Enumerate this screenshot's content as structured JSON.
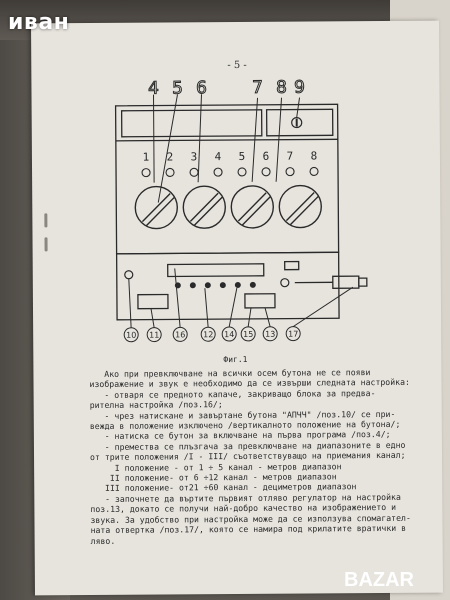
{
  "watermark": "иван",
  "page_number": "- 5 -",
  "diagram": {
    "top_labels": [
      "4",
      "5",
      "6",
      "7",
      "8",
      "9"
    ],
    "button_numbers": [
      "1",
      "2",
      "3",
      "4",
      "5",
      "6",
      "7",
      "8"
    ],
    "bottom_labels": [
      "10",
      "11",
      "16",
      "12",
      "14",
      "15",
      "13",
      "17"
    ]
  },
  "caption": "Фиг.1",
  "body_lines": [
    "   Ако при превключване на всички осем бутона не се появи",
    "изображение и звук е необходимо да се извърши следната настройка:",
    "   - отваря се предното капаче, закриващо блока за предва-",
    "рителна настройка /поз.16/;",
    "   - чрез натискане и завъртане бутона \"АПЧЧ\" /поз.10/ се при-",
    "вежда в положение изключено /вертикалното положение на бутона/;",
    "   - натиска се бутон за включване на първа програма /поз.4/;",
    "   - премества се плъзгача за превключване на диапазоните в едно",
    "от трите положения /I - III/ съответствуващо на приемания канал;",
    "     I положение - от 1 ÷ 5 канал - метров диапазон",
    "    II положение- от 6 ÷12 канал - метров диапазон",
    "   III положение- от21 ÷60 канал - дециметров диапазон",
    "   - започнете да въртите първият отляво регулатор на настройка",
    "поз.13, докато се получи най-добро качество на изображението и",
    "звука. За удобство при настройка може да се използува спомагател-",
    "ната отвертка /поз.17/, която се намира под крилатите вратички в",
    "ляво."
  ],
  "logo_text": "BAZAR"
}
